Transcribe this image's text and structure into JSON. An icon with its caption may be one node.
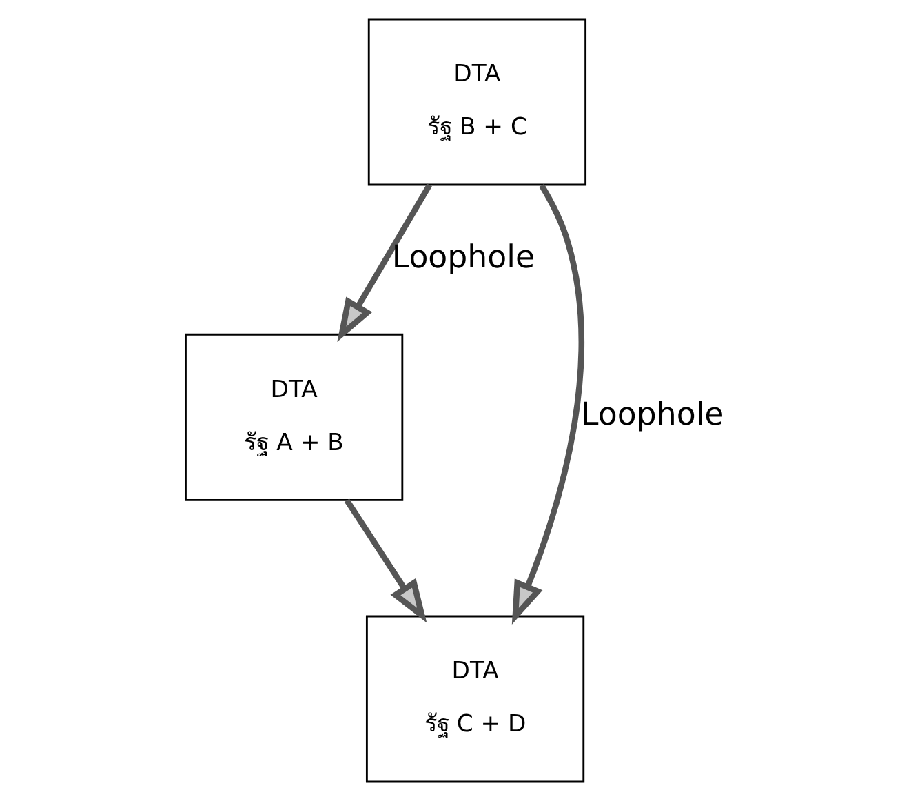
{
  "diagram": {
    "nodes": [
      {
        "text": [
          "DTA",
          "รัฐ A + B"
        ]
      },
      {
        "text": [
          "DTA",
          "รัฐ B + C"
        ]
      },
      {
        "text": [
          "DTA",
          "รัฐ C + D"
        ]
      }
    ],
    "edges": [
      {
        "from": 1,
        "to": 0,
        "arrow": "to",
        "label": "Loophole"
      },
      {
        "from": 0,
        "to": 2,
        "arrow": "to"
      },
      {
        "from": 1,
        "to": 2,
        "arrow": "to",
        "label": "Loophole"
      }
    ]
  }
}
